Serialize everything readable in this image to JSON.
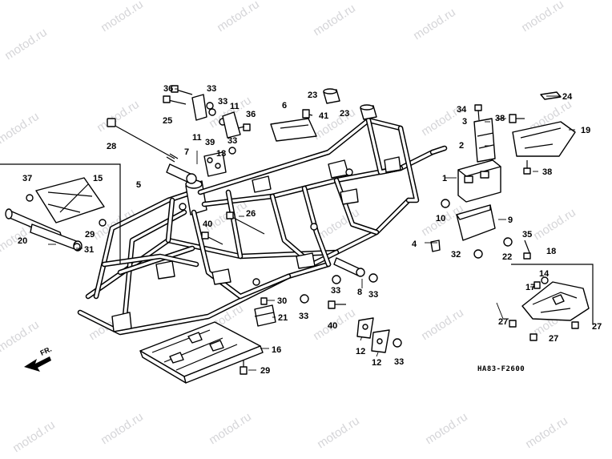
{
  "watermark": "motod.ru",
  "diagram_code": "HA83-F2600",
  "direction_label": "FR.",
  "callouts": [
    "36",
    "33",
    "33",
    "11",
    "11",
    "36",
    "25",
    "13",
    "39",
    "33",
    "23",
    "6",
    "41",
    "23",
    "24",
    "34",
    "3",
    "38",
    "19",
    "2",
    "1",
    "38",
    "28",
    "7",
    "5",
    "15",
    "37",
    "26",
    "40",
    "31",
    "29",
    "20",
    "10",
    "9",
    "4",
    "35",
    "32",
    "22",
    "18",
    "14",
    "17",
    "30",
    "33",
    "33",
    "21",
    "8",
    "33",
    "40",
    "12",
    "12",
    "33",
    "16",
    "29",
    "27",
    "27",
    "27"
  ]
}
